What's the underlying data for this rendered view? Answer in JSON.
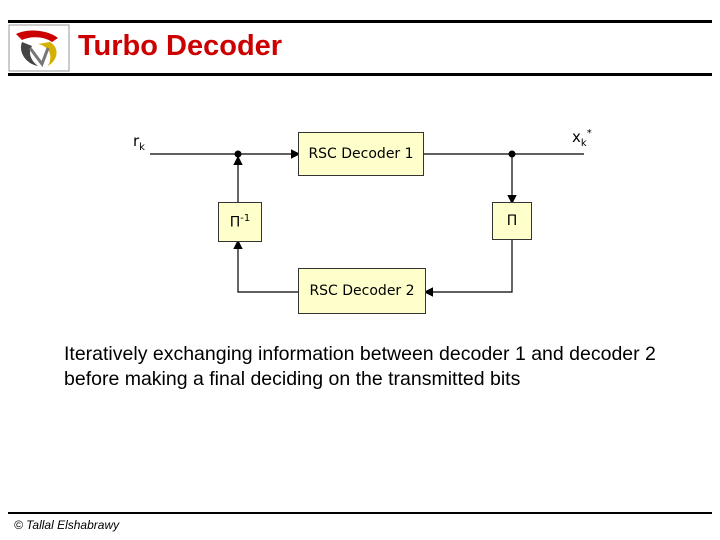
{
  "header": {
    "title": "Turbo Decoder"
  },
  "diagram": {
    "input_label": "r",
    "input_sub": "k",
    "output_label": "x",
    "output_sub": "k",
    "output_sup": "*",
    "decoder1": "RSC Decoder 1",
    "decoder2": "RSC Decoder 2",
    "deinterleaver": "Π",
    "deinterleaver_sup": "-1",
    "interleaver": "Π"
  },
  "body": {
    "text": "Iteratively exchanging information between decoder 1 and decoder 2 before making a final deciding on the transmitted bits"
  },
  "footer": {
    "copyright": "© Tallal Elshabrawy"
  },
  "colors": {
    "title": "#cc0000",
    "box_fill": "#ffffcc"
  }
}
